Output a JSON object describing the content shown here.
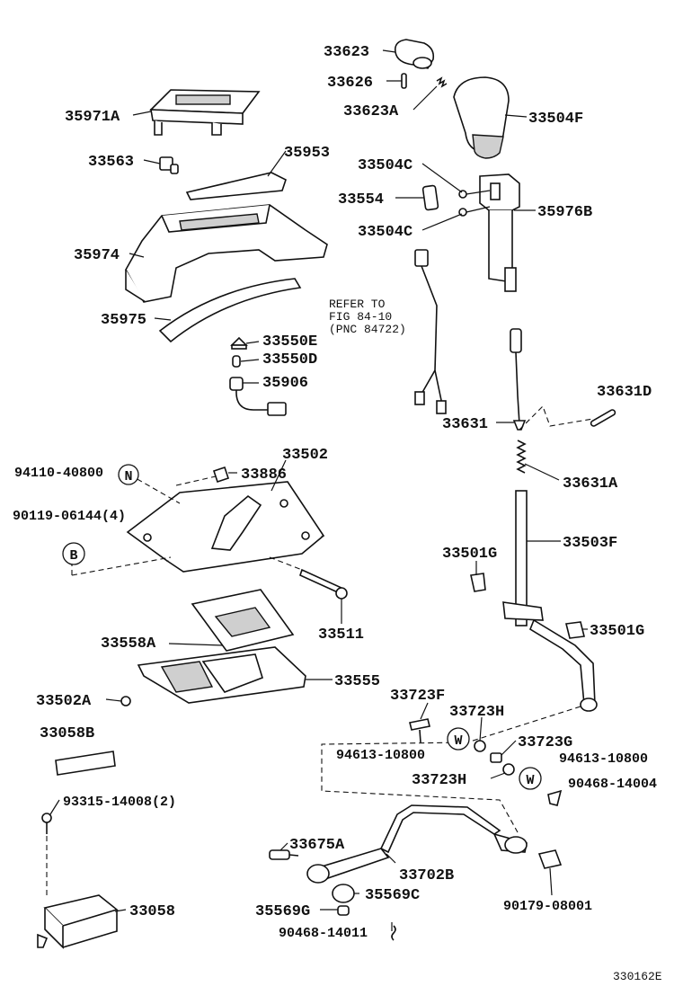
{
  "diagram_code": "330162E",
  "refer_note": [
    "REFER TO",
    "FIG 84-10",
    "(PNC 84722)"
  ],
  "markers": {
    "n": "N",
    "b": "B",
    "w": "W"
  },
  "labels": {
    "p33623": "33623",
    "p33626": "33626",
    "p33623A": "33623A",
    "p33504F": "33504F",
    "p35971A": "35971A",
    "p33563": "33563",
    "p35953": "35953",
    "p33504C_top": "33504C",
    "p33554": "33554",
    "p35976B": "35976B",
    "p33504C_bot": "33504C",
    "p35974": "35974",
    "p35975": "35975",
    "p33550E": "33550E",
    "p33550D": "33550D",
    "p35906": "35906",
    "p33631D": "33631D",
    "p33631": "33631",
    "p33502": "33502",
    "p94110": "94110-40800",
    "p33886": "33886",
    "p33631A": "33631A",
    "p90119": "90119-06144(4)",
    "p33503F": "33503F",
    "p33501G_top": "33501G",
    "p33511": "33511",
    "p33501G_right": "33501G",
    "p33558A": "33558A",
    "p33555": "33555",
    "p33502A": "33502A",
    "p33723F": "33723F",
    "p33723H_top": "33723H",
    "p33058B": "33058B",
    "p94613_left": "94613-10800",
    "p33723G": "33723G",
    "p94613_right": "94613-10800",
    "p33723H_bot": "33723H",
    "p90468_right": "90468-14004",
    "p93315": "93315-14008(2)",
    "p33675A": "33675A",
    "p33702B": "33702B",
    "p35569C": "35569C",
    "p33058": "33058",
    "p35569G": "35569G",
    "p90179": "90179-08001",
    "p90468_bot": "90468-14011"
  }
}
